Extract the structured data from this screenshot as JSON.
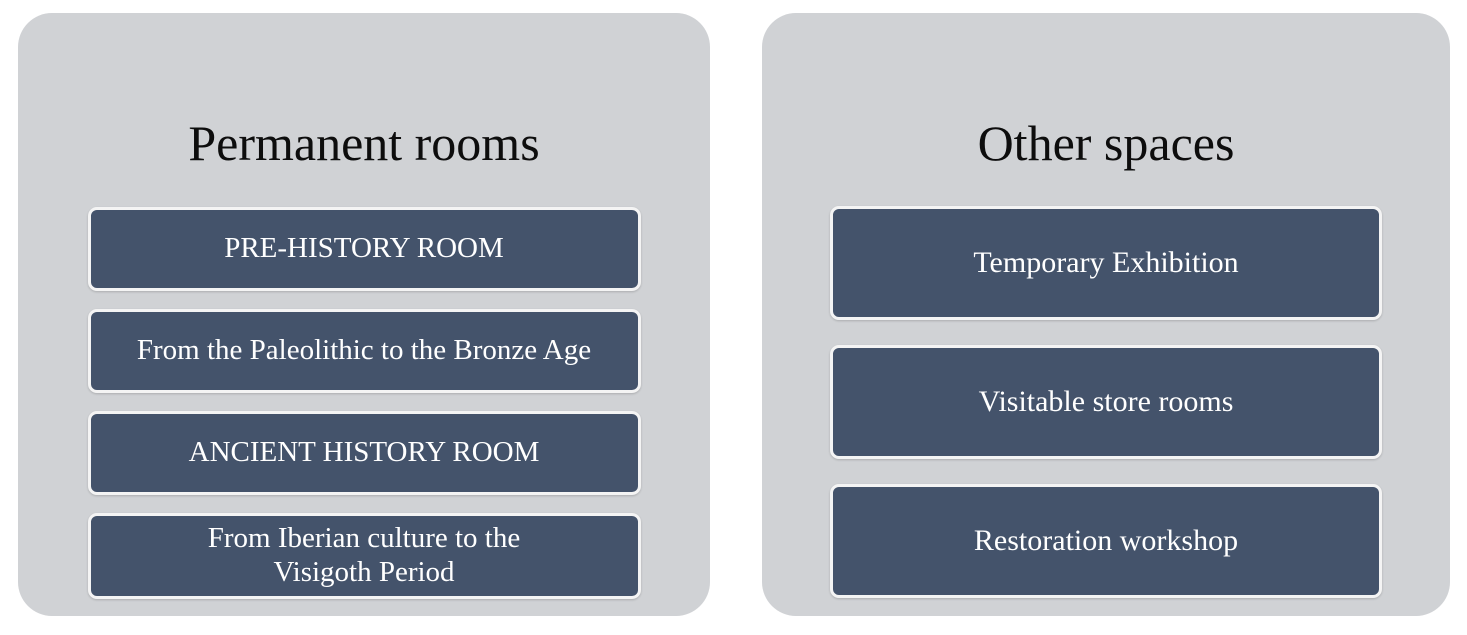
{
  "colors": {
    "page_background": "#FFFFFF",
    "panel_background": "#D0D2D5",
    "button_fill": "#44536B",
    "button_border": "#F4F4F4",
    "button_text": "#FFFFFF",
    "title_text": "#0D0D0D"
  },
  "panels": [
    {
      "id": "permanent-rooms",
      "title": "Permanent rooms",
      "items": [
        {
          "label": "PRE-HISTORY ROOM",
          "lines": [
            "PRE-HISTORY ROOM"
          ]
        },
        {
          "label": "From the Paleolithic to the Bronze Age",
          "lines": [
            "From the Paleolithic to the Bronze Age"
          ]
        },
        {
          "label": "ANCIENT HISTORY ROOM",
          "lines": [
            "ANCIENT HISTORY ROOM"
          ]
        },
        {
          "label": "From Iberian culture to the Visigoth Period",
          "lines": [
            "From Iberian culture to the",
            "Visigoth Period"
          ]
        }
      ]
    },
    {
      "id": "other-spaces",
      "title": "Other spaces",
      "items": [
        {
          "label": "Temporary Exhibition",
          "lines": [
            "Temporary Exhibition"
          ]
        },
        {
          "label": "Visitable store rooms",
          "lines": [
            "Visitable store rooms"
          ]
        },
        {
          "label": "Restoration workshop",
          "lines": [
            "Restoration workshop"
          ]
        }
      ]
    }
  ]
}
